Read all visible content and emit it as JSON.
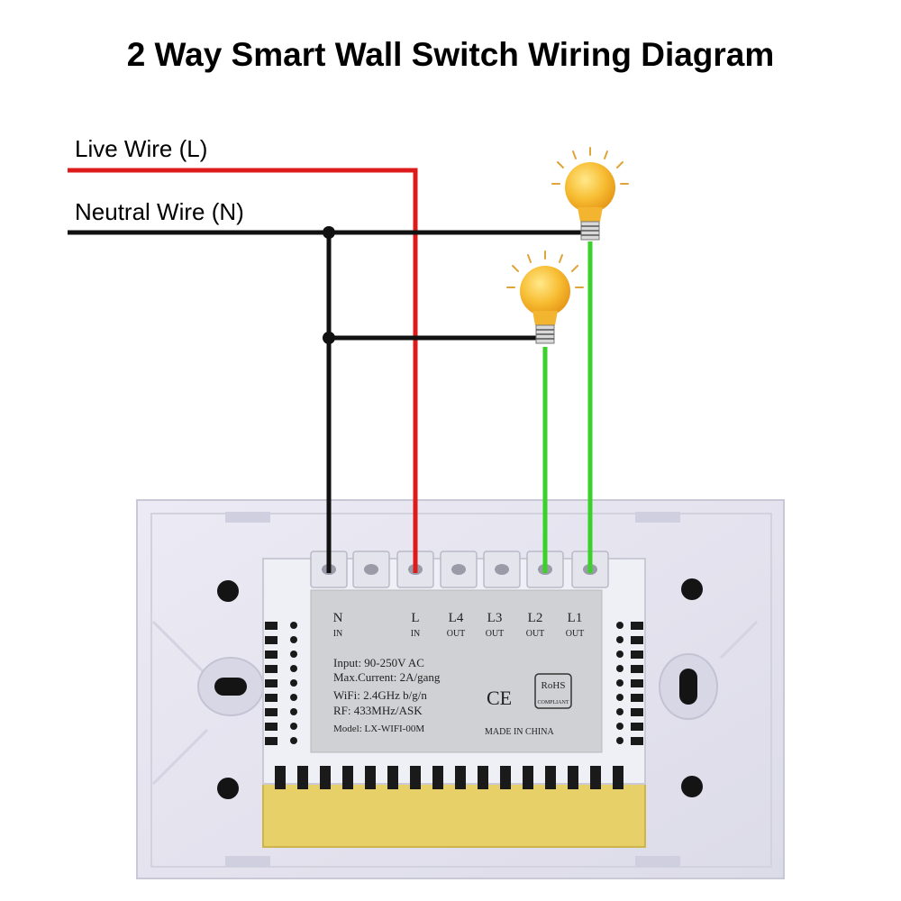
{
  "title": "2 Way Smart Wall Switch Wiring Diagram",
  "wires": {
    "live": "Live Wire (L)",
    "neutral": "Neutral Wire (N)"
  },
  "colors": {
    "live": "#dd1b1b",
    "neutral": "#111111",
    "load": "#3bd12a",
    "bulb": "#f5b82e",
    "plate": "#e6e6f0",
    "module_body": "#eef0f6",
    "module_base": "#e9d36a",
    "label_plate": "#cfd0d3"
  },
  "terminals": [
    {
      "name": "N",
      "sub": "IN"
    },
    {
      "name": "L",
      "sub": "IN"
    },
    {
      "name": "L4",
      "sub": "OUT"
    },
    {
      "name": "L3",
      "sub": "OUT"
    },
    {
      "name": "L2",
      "sub": "OUT"
    },
    {
      "name": "L1",
      "sub": "OUT"
    }
  ],
  "spec": {
    "input": "Input: 90-250V AC",
    "current": "Max.Current: 2A/gang",
    "wifi": "WiFi: 2.4GHz b/g/n",
    "rf": "RF: 433MHz/ASK",
    "model": "Model: LX-WIFI-00M",
    "ce": "CE",
    "rohs": "RoHS",
    "rohs_sub": "COMPLIANT",
    "made_in": "MADE IN CHINA"
  },
  "bulbs": [
    {
      "name": "bulb-L1"
    },
    {
      "name": "bulb-L2"
    }
  ]
}
